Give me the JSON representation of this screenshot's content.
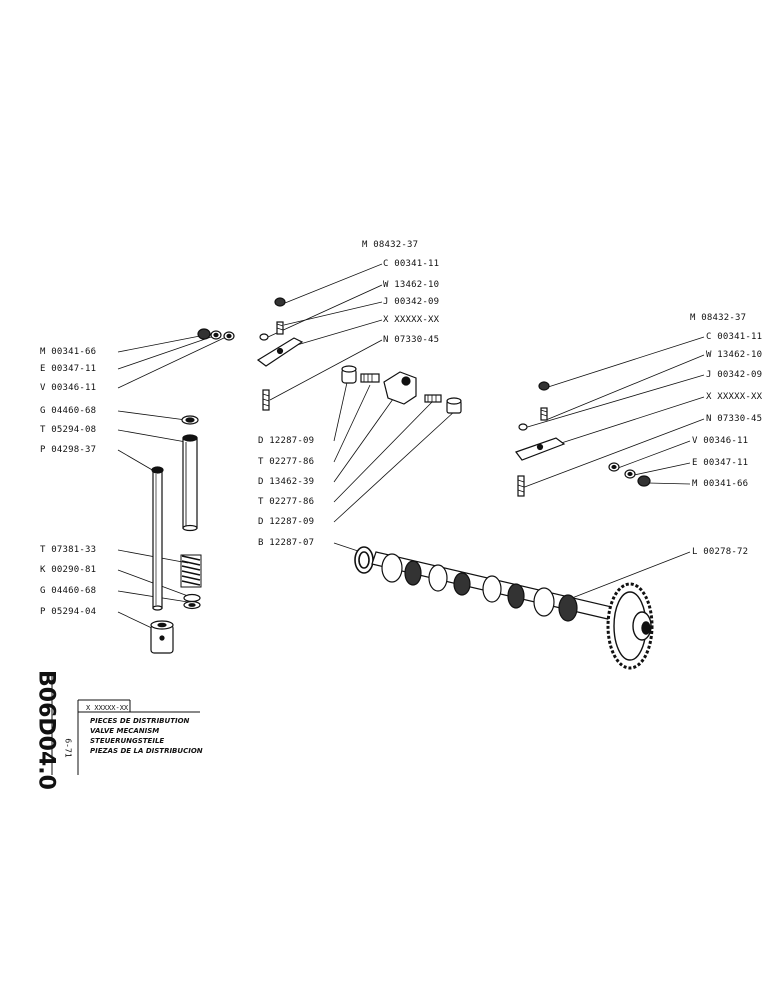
{
  "sheet_code": "B06D04.0",
  "date_code": "6-71",
  "title_block": {
    "ref": "X XXXXX-XX",
    "titles": [
      "PIECES DE DISTRIBUTION",
      "VALVE MECANISM",
      "STEUERUNGSTEILE",
      "PIEZAS DE LA DISTRIBUCION"
    ]
  },
  "labels_left": [
    "M 00341-66",
    "E 00347-11",
    "V 00346-11",
    "G 04460-68",
    "T 05294-08",
    "P 04298-37",
    "T 07381-33",
    "K 00290-81",
    "G 04460-68",
    "P 05294-04"
  ],
  "labels_top": [
    "M 08432-37",
    "C 00341-11",
    "W 13462-10",
    "J 00342-09",
    "X XXXXX-XX",
    "N 07330-45"
  ],
  "labels_center": [
    "D 12287-09",
    "T 02277-86",
    "D 13462-39",
    "T 02277-86",
    "D 12287-09",
    "B 12287-07"
  ],
  "labels_right": [
    "M 08432-37",
    "C 00341-11",
    "W 13462-10",
    "J 00342-09",
    "X XXXXX-XX",
    "N 07330-45",
    "V 00346-11",
    "E 00347-11",
    "M 00341-66",
    "L 00278-72"
  ]
}
